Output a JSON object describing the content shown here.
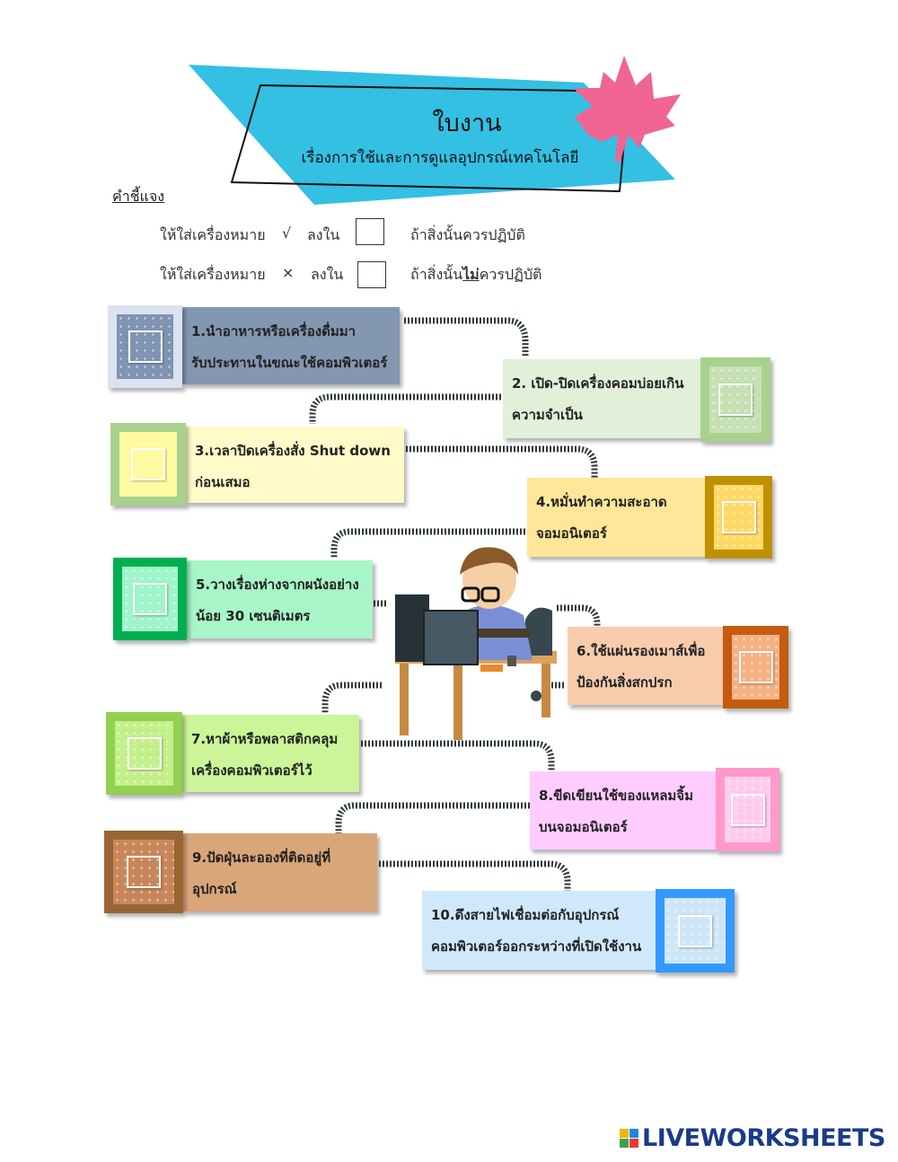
{
  "header": {
    "title": "ใบงาน",
    "subtitle": "เรื่องการใช้และการดูแลอุปกรณ์เทคโนโลยี"
  },
  "instructions": {
    "heading": "คำชี้แจง",
    "line1": {
      "prefix": "ให้ใส่เครื่องหมาย",
      "mark": "√",
      "mid": "ลงใน",
      "suffix": "ถ้าสิ่งนั้นควรปฏิบัติ"
    },
    "line2": {
      "prefix": "ให้ใส่เครื่องหมาย",
      "mark": "×",
      "mid": "ลงใน",
      "suffix_a": "ถ้าสิ่งนั้น",
      "suffix_u": "ไม่",
      "suffix_b": "ควรปฏิบัติ"
    }
  },
  "items": [
    {
      "line1": "1.นำอาหารหรือเครื่องดื่มมา",
      "line2": "รับประทานในขณะใช้คอมพิวเตอร์",
      "bg": "#8497b0",
      "frame": "#dbe3f0",
      "inner": "#7f94b3"
    },
    {
      "line1": "2. เปิด-ปิดเครื่องคอมบ่อยเกิน",
      "line2": "ความจำเป็น",
      "bg": "#e2efd9",
      "frame": "#a9d18e",
      "inner": "#c5e0b3"
    },
    {
      "line1": "3.เวลาปิดเครื่องสั่ง Shut down",
      "line2": "ก่อนเสมอ",
      "bg": "#fffac8",
      "frame": "#a9d18e",
      "inner": "#fffa9e"
    },
    {
      "line1": "4.หมั่นทำความสะอาด",
      "line2": "จอมอนิเตอร์",
      "bg": "#ffe699",
      "frame": "#bf9000",
      "inner": "#ffd966"
    },
    {
      "line1": "5.วางเรื่องห่างจากผนังอย่าง",
      "line2": "น้อย 30 เซนติเมตร",
      "bg": "#a8f5c8",
      "frame": "#00b050",
      "inner": "#9ff5c8"
    },
    {
      "line1": "6.ใช้แผ่นรองเมาส์เพื่อ",
      "line2": "ป้องกันสิ่งสกปรก",
      "bg": "#f8cbad",
      "frame": "#c55a11",
      "inner": "#f4b183"
    },
    {
      "line1": "7.หาผ้าหรือพลาสติกคลุม",
      "line2": "เครื่องคอมพิวเตอร์ไว้",
      "bg": "#ccf59a",
      "frame": "#92d050",
      "inner": "#c4f08a"
    },
    {
      "line1": "8.ขีดเขียนใช้ของแหลมจิ้ม",
      "line2": "บนจอมอนิเตอร์",
      "bg": "#ffccff",
      "frame": "#ff99cc",
      "inner": "#ffccf0"
    },
    {
      "line1": "9.ปัดฝุ่นละอองที่ติดอยู่ที่",
      "line2": "อุปกรณ์",
      "bg": "#d9a679",
      "frame": "#996633",
      "inner": "#c8875a"
    },
    {
      "line1": "10.ดึงสายไฟเชื่อมต่อกับอุปกรณ์",
      "line2": "คอมพิวเตอร์ออกระหว่างที่เปิดใช้งาน",
      "bg": "#cfe9fb",
      "frame": "#3399ff",
      "inner": "#cde6f7"
    }
  ],
  "footer": {
    "logo": "LIVEWORKSHEETS"
  },
  "colors": {
    "banner": "#33c0e3",
    "leaf": "#f06592",
    "connector": "#2f3b3b"
  }
}
